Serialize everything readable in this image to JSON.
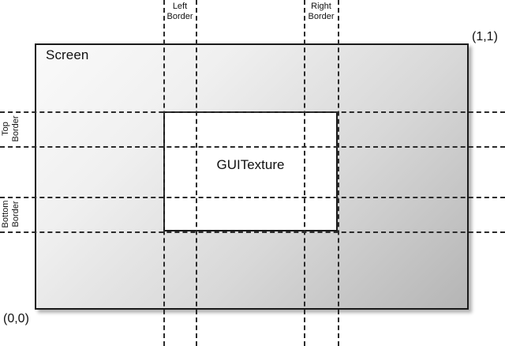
{
  "diagram": {
    "title_note": "Unity GUITexture border diagram",
    "screen": {
      "label": "Screen",
      "coord_bottom_left": "(0,0)",
      "coord_top_right": "(1,1)"
    },
    "texture": {
      "label": "GUITexture"
    },
    "borders": {
      "left": {
        "line1": "Left",
        "line2": "Border"
      },
      "right": {
        "line1": "Right",
        "line2": "Border"
      },
      "top": {
        "line1": "Top",
        "line2": "Border"
      },
      "bottom": {
        "line1": "Bottom",
        "line2": "Border"
      }
    },
    "colors": {
      "line": "#2b2b2b",
      "outline": "#1a1a1a",
      "texture_fill": "#ffffff",
      "screen_gradient_start": "#fafafa",
      "screen_gradient_end": "#b5b5b5"
    }
  }
}
